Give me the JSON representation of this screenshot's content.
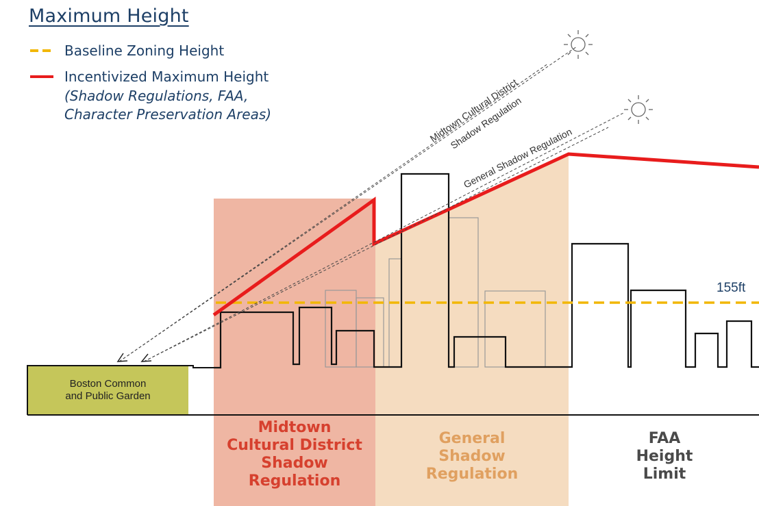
{
  "title": "Maximum Height",
  "legend": {
    "baseline_label": "Baseline Zoning Height",
    "incentivized_label": "Incentivized Maximum Height",
    "incentivized_note_line1": "(Shadow Regulations, FAA,",
    "incentivized_note_line2": "Character Preservation Areas)"
  },
  "colors": {
    "baseline": "#f2b705",
    "incentivized": "#e81c1c",
    "midtown_zone": "#efb6a3",
    "general_zone": "#f5dcc0",
    "park": "#c5c65a",
    "midtown_text": "#d6402e",
    "general_text": "#e0a060",
    "faa_text": "#4a4a4a",
    "navy": "#1d3f66"
  },
  "annotations": {
    "midtown_line1": "Midtown Cultural District",
    "midtown_line2": "Shadow Regulation",
    "general": "General Shadow Regulation",
    "height_marker": "155ft"
  },
  "park": {
    "line1": "Boston Common",
    "line2": "and Public Garden"
  },
  "zones": {
    "midtown": [
      "Midtown",
      "Cultural District",
      "Shadow",
      "Regulation"
    ],
    "general": [
      "General",
      "Shadow",
      "Regulation"
    ],
    "faa": [
      "FAA",
      "Height",
      "Limit"
    ]
  },
  "icons": [
    "sun-icon",
    "sun-icon"
  ]
}
